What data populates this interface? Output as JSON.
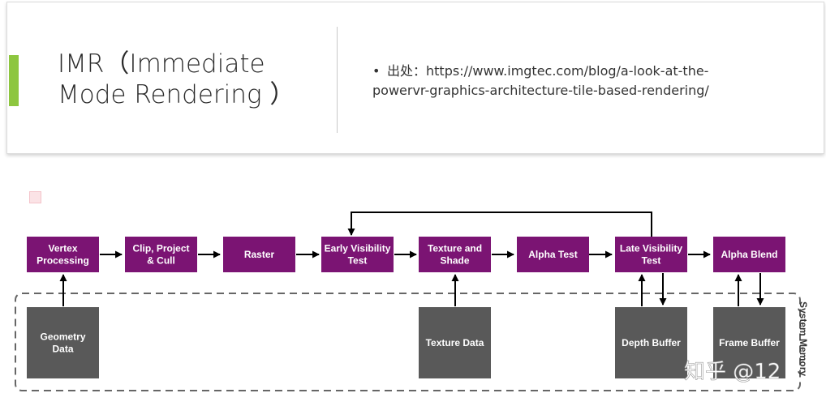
{
  "slide": {
    "title_line1": "IMR（Immediate",
    "title_line2": "Mode Rendering ）",
    "source_bullet": "•",
    "source_prefix": "出处：",
    "source_url_part1": "https://www.imgtec.com/blog/a-look-at-the-",
    "source_url_part2": "powervr-graphics-architecture-tile-based-rendering/",
    "accent_color": "#8dc63f"
  },
  "diagram": {
    "pipeline_color": "#7b1473",
    "memory_color": "#595959",
    "stages": [
      {
        "id": "vertex",
        "lines": [
          "Vertex",
          "Processing"
        ]
      },
      {
        "id": "clip",
        "lines": [
          "Clip, Project",
          "& Cull"
        ]
      },
      {
        "id": "raster",
        "lines": [
          "Raster"
        ]
      },
      {
        "id": "early-vis",
        "lines": [
          "Early Visibility",
          "Test"
        ]
      },
      {
        "id": "texture-shade",
        "lines": [
          "Texture and",
          "Shade"
        ]
      },
      {
        "id": "alpha-test",
        "lines": [
          "Alpha Test"
        ]
      },
      {
        "id": "late-vis",
        "lines": [
          "Late Visibility",
          "Test"
        ]
      },
      {
        "id": "alpha-blend",
        "lines": [
          "Alpha Blend"
        ]
      }
    ],
    "memory_blocks": [
      {
        "id": "geometry",
        "lines": [
          "Geometry",
          "Data"
        ]
      },
      {
        "id": "texture-data",
        "lines": [
          "Texture Data"
        ]
      },
      {
        "id": "depth-buffer",
        "lines": [
          "Depth Buffer"
        ]
      },
      {
        "id": "frame-buffer",
        "lines": [
          "Frame Buffer"
        ]
      }
    ],
    "system_memory_label": "System Memory"
  },
  "watermark": {
    "zhihu": "知乎 @12"
  }
}
